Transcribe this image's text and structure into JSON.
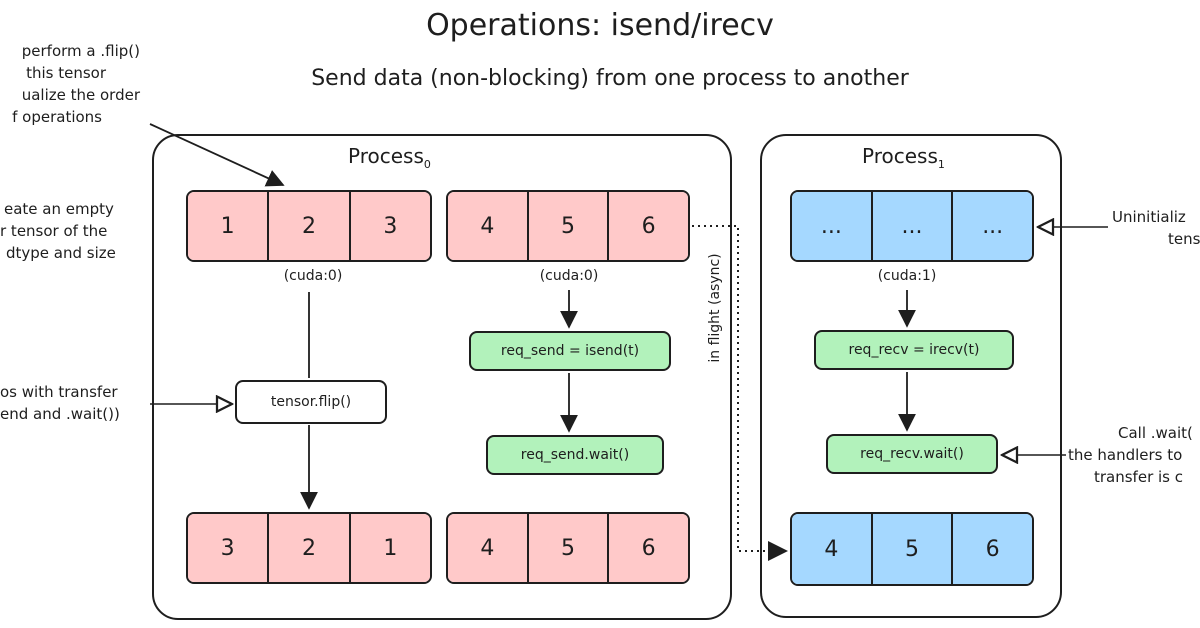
{
  "title": "Operations: isend/irecv",
  "subtitle": "Send data (non-blocking) from one process to another",
  "process0": {
    "label": "Process",
    "sub": "0"
  },
  "process1": {
    "label": "Process",
    "sub": "1"
  },
  "tensors": {
    "p0_input": [
      "1",
      "2",
      "3"
    ],
    "p0_send": [
      "4",
      "5",
      "6"
    ],
    "p0_output": [
      "3",
      "2",
      "1"
    ],
    "p0_send_after": [
      "4",
      "5",
      "6"
    ],
    "p1_input": [
      "...",
      "...",
      "..."
    ],
    "p1_output": [
      "4",
      "5",
      "6"
    ]
  },
  "devices": {
    "p0_a": "(cuda:0)",
    "p0_b": "(cuda:0)",
    "p1": "(cuda:1)"
  },
  "ops": {
    "flip": "tensor.flip()",
    "isend": "req_send = isend(t)",
    "send_wait": "req_send.wait()",
    "irecv": "req_recv = irecv(t)",
    "recv_wait": "req_recv.wait()"
  },
  "in_flight": "in flight (async)",
  "notes": {
    "flip_note": [
      "perform a .flip()",
      "this tensor",
      "ualize the order",
      "f operations"
    ],
    "create_note": [
      "eate an empty",
      "r tensor of the",
      "dtype and size"
    ],
    "overlap_note": [
      "os with transfer",
      "end and .wait())"
    ],
    "uninit_note": [
      "Uninitializ",
      "tens"
    ],
    "wait_note": [
      "Call .wait(",
      "the handlers to",
      "transfer is c"
    ]
  }
}
